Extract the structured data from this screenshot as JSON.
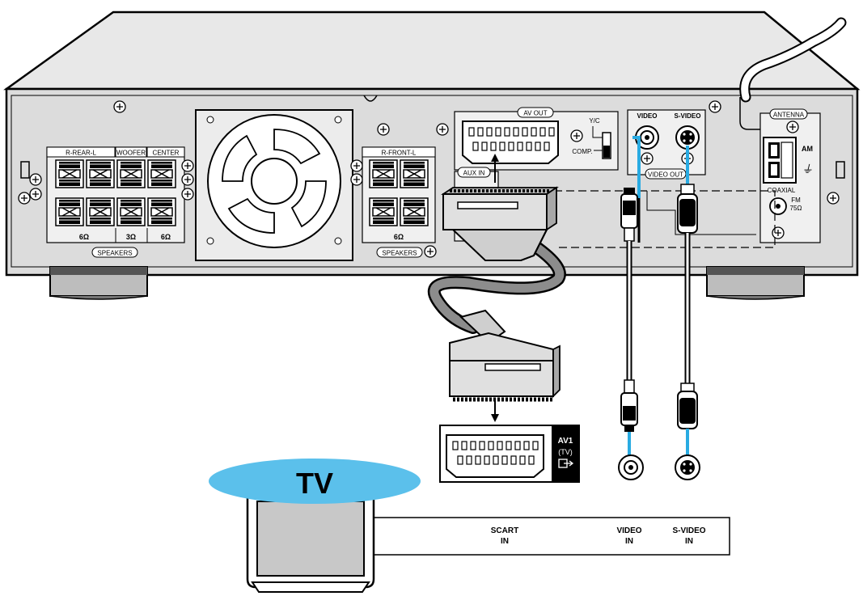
{
  "rear_panel": {
    "speakers_rear_group": {
      "label_rear": "R-REAR-L",
      "label_woofer": "WOOFER",
      "label_center": "CENTER",
      "ohm_rear": "6Ω",
      "ohm_woofer": "3Ω",
      "ohm_center": "6Ω",
      "speakers_tag": "SPEAKERS"
    },
    "speakers_front_group": {
      "label_front": "R-FRONT-L",
      "ohm_front": "6Ω",
      "speakers_tag": "SPEAKERS"
    },
    "av_out": {
      "tag": "AV OUT",
      "switch_top": "Y/C",
      "switch_bottom": "COMP."
    },
    "aux_in": {
      "tag": "AUX IN"
    },
    "video_out": {
      "video_label": "VIDEO",
      "svideo_label": "S-VIDEO",
      "tag": "VIDEO OUT"
    },
    "antenna": {
      "tag": "ANTENNA",
      "am": "AM",
      "coaxial": "COAXIAL",
      "fm": "FM",
      "fm_ohm": "75Ω"
    }
  },
  "tv": {
    "title": "TV",
    "scart_label": {
      "line1": "AV1",
      "line2": "(TV)"
    },
    "inputs": [
      {
        "line1": "SCART",
        "line2": "IN"
      },
      {
        "line1": "VIDEO",
        "line2": "IN"
      },
      {
        "line1": "S-VIDEO",
        "line2": "IN"
      }
    ]
  },
  "colors": {
    "tv_ellipse": "#5bc0eb",
    "cable_blue": "#29abe2",
    "scart_cable": "#8c8c8c"
  }
}
